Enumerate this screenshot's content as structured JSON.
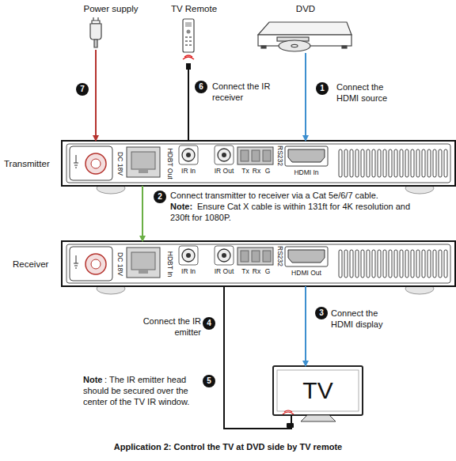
{
  "diagram": {
    "caption": "Application 2: Control the TV at DVD side by TV remote",
    "nodes": [
      {
        "text": [
          "Power supply"
        ]
      },
      {
        "text": [
          "TV Remote"
        ]
      },
      {
        "text": [
          "DVD"
        ]
      },
      {
        "text": [
          "Transmitter"
        ]
      },
      {
        "text": [
          "Receiver"
        ]
      },
      {
        "text": [
          "TV"
        ]
      }
    ],
    "edges": [
      {
        "from": 0,
        "to": 3,
        "arrow": "to"
      },
      {
        "from": 1,
        "to": 3,
        "arrow": "none"
      },
      {
        "from": 2,
        "to": 3,
        "arrow": "to"
      },
      {
        "from": 3,
        "to": 4,
        "arrow": "to"
      },
      {
        "from": 4,
        "to": 5,
        "arrow": "to"
      },
      {
        "from": 4,
        "to": 5,
        "arrow": "none"
      }
    ],
    "labels": [
      "7",
      "6",
      "Connect the IR receiver",
      "1",
      "Connect the HDMI source",
      "DC 18V",
      "HDBT Out",
      "IR In",
      "IR Out",
      "RS232",
      "Tx",
      "Rx",
      "G",
      "HDMI In",
      "2",
      "Connect transmitter to receiver via a Cat 5e/6/7 cable.",
      "Note:",
      "Ensure Cat X cable is within 131ft for 4K resolution and 230ft for 1080P.",
      "DC 18V",
      "HDBT In",
      "IR In",
      "IR Out",
      "RS232",
      "Tx",
      "Rx",
      "G",
      "HDMI Out",
      "Connect the IR emitter",
      "4",
      "3",
      "Connect the HDMI display",
      "5",
      "Note",
      ": The IR emitter head should be secured over the center of the TV IR window."
    ]
  }
}
